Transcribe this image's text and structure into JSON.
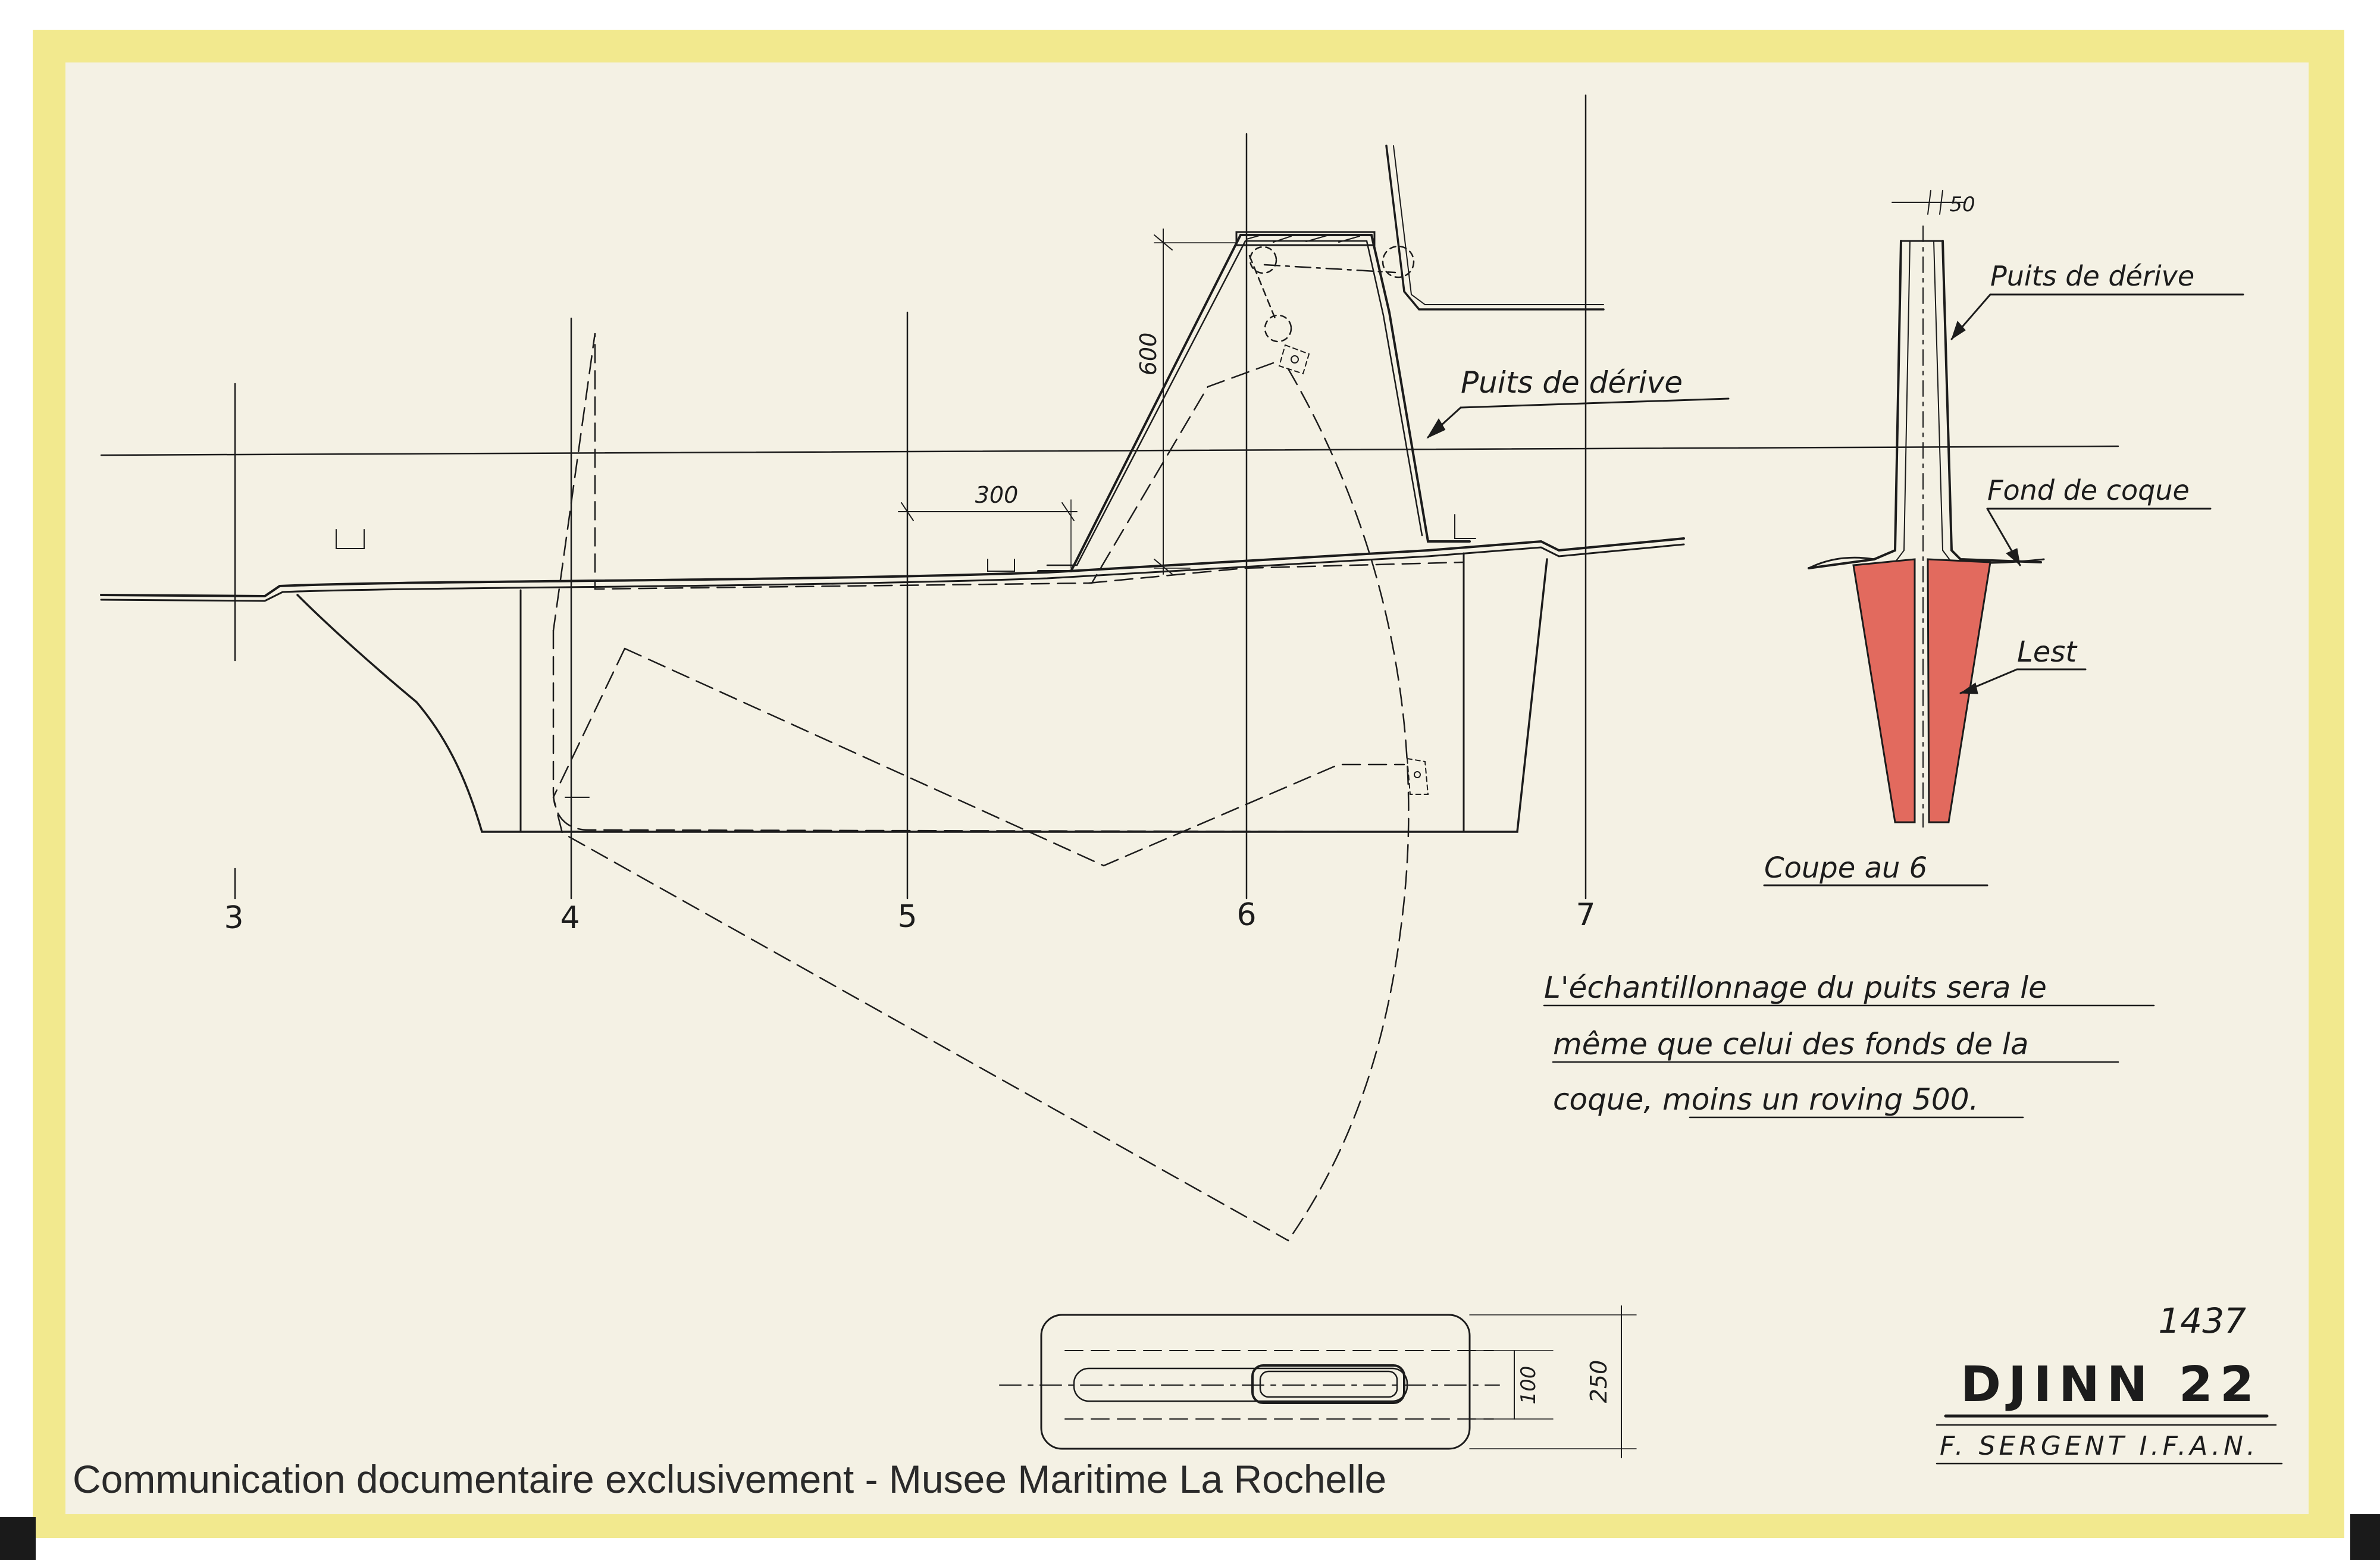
{
  "colors": {
    "paper": "#f4f1e4",
    "tape": "#f2e98e",
    "ink": "#1c1c1c",
    "lest_fill": "#e26a5e"
  },
  "frames": [
    "3",
    "4",
    "5",
    "6",
    "7"
  ],
  "dimensions": {
    "height_600": "600",
    "length_300": "300",
    "slot_50": "50",
    "plan_100": "100",
    "plan_250": "250"
  },
  "labels": {
    "puits_main": "Puits de dérive",
    "puits_section": "Puits de dérive",
    "fond_de_coque": "Fond de coque",
    "lest": "Lest",
    "coupe": "Coupe au 6"
  },
  "note": {
    "line1": "L'échantillonnage du puits sera le",
    "line2": "même que celui des fonds de la",
    "line3": "coque, moins un roving 500."
  },
  "title_block": {
    "number": "1437",
    "name": "DJINN 22",
    "author": "F. SERGENT I.F.A.N."
  },
  "watermark": "Communication documentaire exclusivement - Musee Maritime La Rochelle"
}
